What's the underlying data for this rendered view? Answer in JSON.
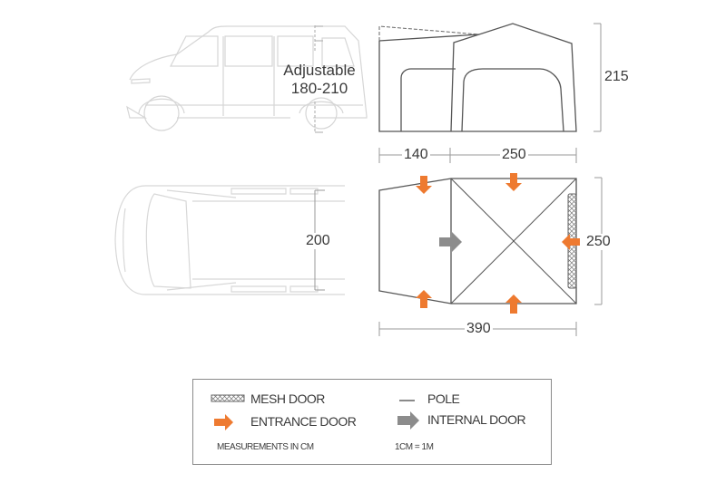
{
  "colors": {
    "entrance_arrow": "#ee7a30",
    "internal_arrow": "#8c8c8c",
    "outline": "#555555",
    "van": "#d8d8d8",
    "dimension_line": "#9a9a9a",
    "text": "#3a3a3a"
  },
  "side_view": {
    "van_label_line1": "Adjustable",
    "van_label_line2": "180-210",
    "height_label": "215"
  },
  "top_view": {
    "canopy_width_label": "140",
    "room_width_label": "250",
    "van_width_label": "200",
    "depth_label": "250",
    "total_width_label": "390"
  },
  "legend": {
    "mesh_door": "MESH DOOR",
    "pole": "POLE",
    "entrance_door": "ENTRANCE DOOR",
    "internal_door": "INTERNAL DOOR",
    "measurements": "MEASUREMENTS IN CM",
    "scale": "1CM = 1M"
  }
}
